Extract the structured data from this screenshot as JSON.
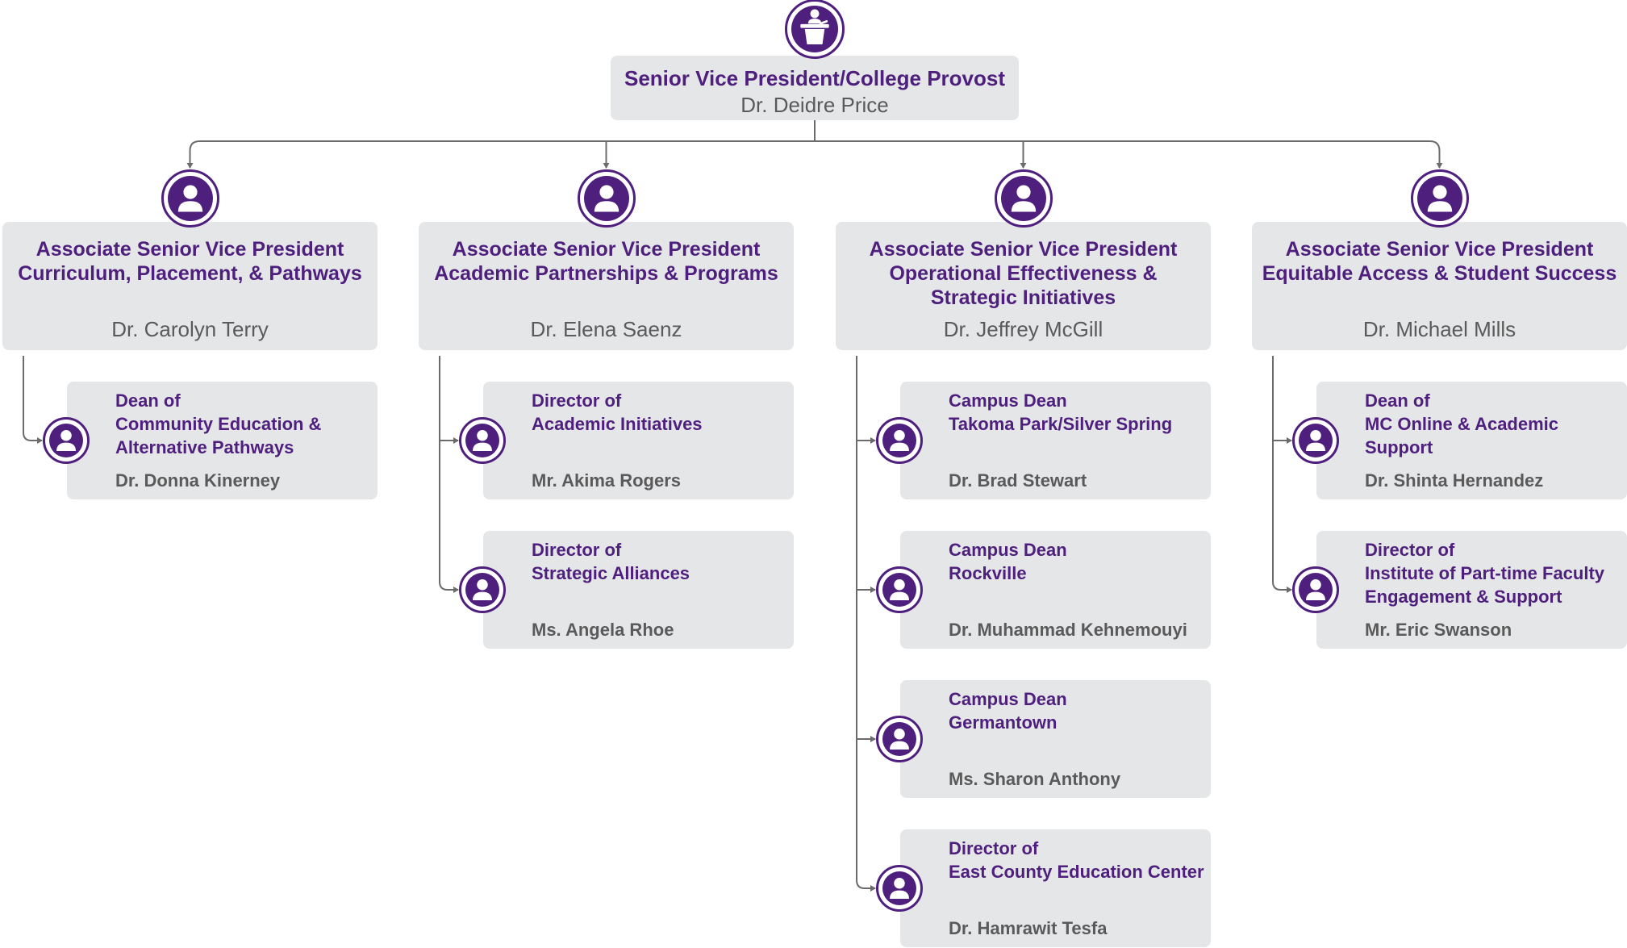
{
  "top": {
    "title": "Senior Vice President/College Provost",
    "name": "Dr. Deidre Price",
    "icon": "podium-speaker-icon"
  },
  "columns": [
    {
      "title_lines": [
        "Associate Senior Vice President",
        "Curriculum, Placement, & Pathways"
      ],
      "name": "Dr. Carolyn Terry",
      "reports": [
        {
          "title_lines": [
            "Dean of",
            "Community Education &",
            "Alternative Pathways"
          ],
          "name": "Dr. Donna Kinerney"
        }
      ]
    },
    {
      "title_lines": [
        "Associate Senior Vice President",
        "Academic Partnerships & Programs"
      ],
      "name": "Dr. Elena Saenz",
      "reports": [
        {
          "title_lines": [
            "Director of",
            "Academic Initiatives"
          ],
          "name": "Mr. Akima Rogers"
        },
        {
          "title_lines": [
            "Director of",
            "Strategic Alliances"
          ],
          "name": "Ms. Angela Rhoe"
        }
      ]
    },
    {
      "title_lines": [
        "Associate Senior Vice President",
        "Operational Effectiveness &",
        "Strategic Initiatives"
      ],
      "name": "Dr. Jeffrey McGill",
      "reports": [
        {
          "title_lines": [
            "Campus Dean",
            "Takoma Park/Silver Spring"
          ],
          "name": "Dr. Brad Stewart"
        },
        {
          "title_lines": [
            "Campus Dean",
            "Rockville"
          ],
          "name": "Dr. Muhammad Kehnemouyi"
        },
        {
          "title_lines": [
            "Campus Dean",
            "Germantown"
          ],
          "name": "Ms. Sharon Anthony"
        },
        {
          "title_lines": [
            "Director of",
            "East County Education Center"
          ],
          "name": "Dr. Hamrawit Tesfa"
        }
      ]
    },
    {
      "title_lines": [
        "Associate Senior Vice President",
        "Equitable Access & Student Success"
      ],
      "name": "Dr. Michael Mills",
      "reports": [
        {
          "title_lines": [
            "Dean of",
            "MC Online & Academic",
            "Support"
          ],
          "name": "Dr. Shinta Hernandez"
        },
        {
          "title_lines": [
            "Director of",
            "Institute of Part-time Faculty",
            "Engagement & Support"
          ],
          "name": "Mr. Eric Swanson"
        }
      ]
    }
  ],
  "colors": {
    "accent": "#4e1f7d",
    "box": "#e5e6e8",
    "name_text": "#5a5a5a",
    "connector": "#6b6b6b"
  },
  "icons": {
    "person": "person-icon"
  }
}
